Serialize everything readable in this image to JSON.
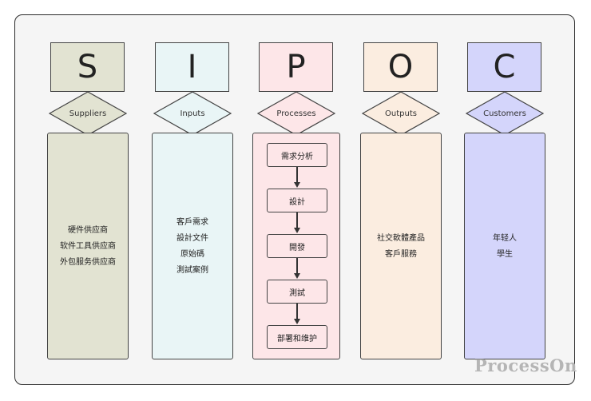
{
  "columns": [
    {
      "letter": "S",
      "label": "Suppliers",
      "items": [
        "硬件供应商",
        "软件工具供应商",
        "外包服务供应商"
      ],
      "color": "#e2e3d2"
    },
    {
      "letter": "I",
      "label": "Inputs",
      "items": [
        "客戶需求",
        "設計文件",
        "原始碼",
        "測試案例"
      ],
      "color": "#e9f5f6"
    },
    {
      "letter": "P",
      "label": "Processes",
      "steps": [
        "需求分析",
        "設計",
        "開發",
        "測試",
        "部署和维护"
      ],
      "color": "#fde6e8"
    },
    {
      "letter": "O",
      "label": "Outputs",
      "items": [
        "社交軟體產品",
        "客戶服務"
      ],
      "color": "#fbede0"
    },
    {
      "letter": "C",
      "label": "Customers",
      "items": [
        "年轻人",
        "學生"
      ],
      "color": "#d4d5fb"
    }
  ],
  "watermark": "ProcessOn"
}
